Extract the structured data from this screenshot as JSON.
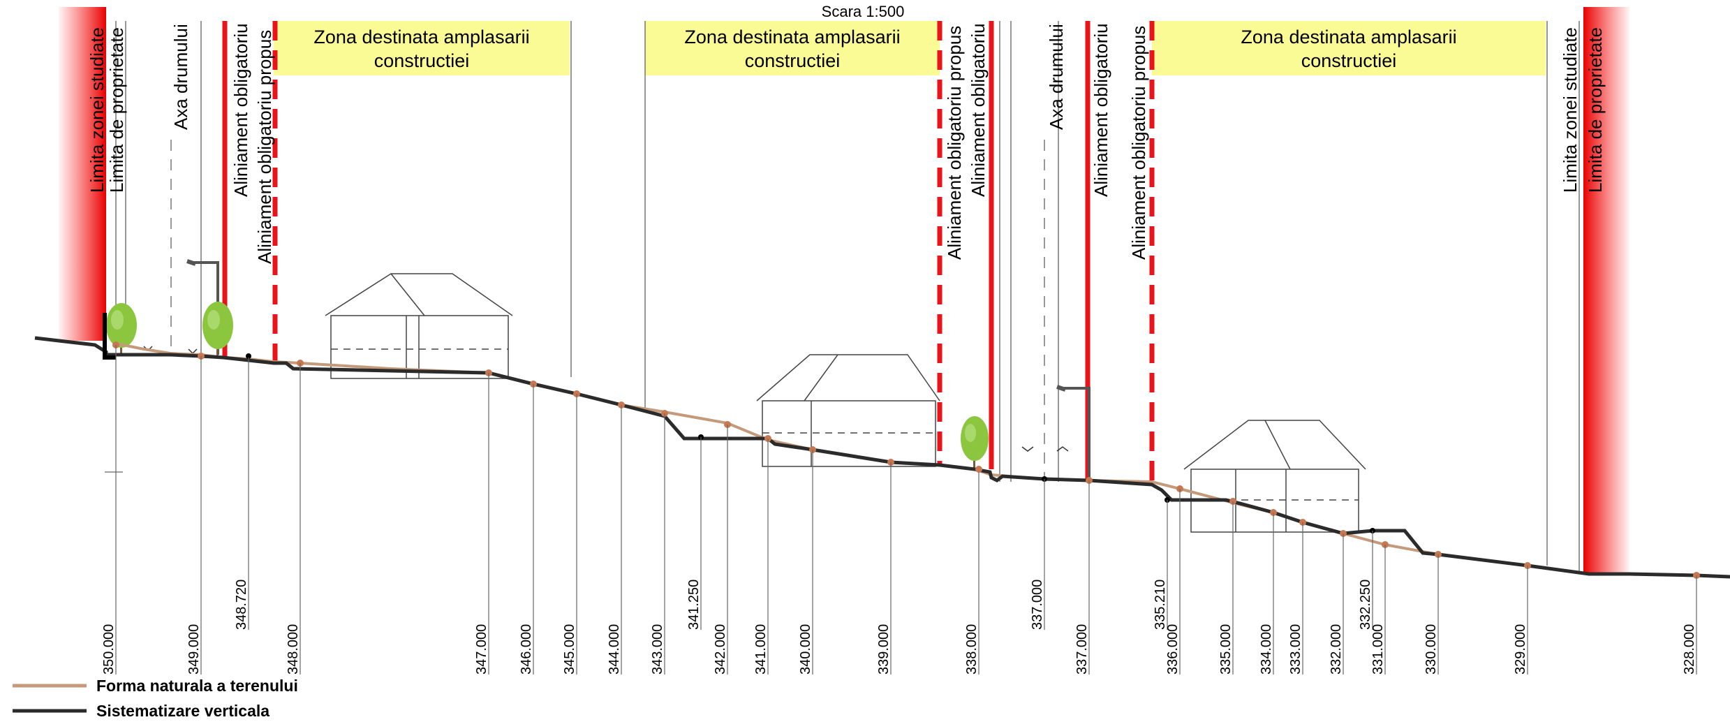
{
  "scale": "Scara 1:500",
  "zones": [
    {
      "line1": "Zona destinata amplasarii",
      "line2": "constructiei"
    },
    {
      "line1": "Zona destinata amplasarii",
      "line2": "constructiei"
    },
    {
      "line1": "Zona destinata amplasarii",
      "line2": "constructiei"
    }
  ],
  "labels": {
    "limita_zonei": "Limita zonei studiate",
    "limita_proprietate": "Limita de proprietate",
    "axa_drumului": "Axa drumului",
    "aliniament": "Aliniament obligatoriu",
    "aliniament_propus": "Aliniament obligatoriu propus"
  },
  "elevations": [
    "350.000",
    "349.000",
    "348.720",
    "348.000",
    "347.000",
    "346.000",
    "345.000",
    "344.000",
    "343.000",
    "341.250",
    "342.000",
    "341.000",
    "340.000",
    "339.000",
    "338.000",
    "337.000",
    "337.000",
    "335.210",
    "336.000",
    "335.000",
    "334.000",
    "333.000",
    "332.000",
    "332.250",
    "331.000",
    "330.000",
    "329.000",
    "328.000"
  ],
  "legend": {
    "natural": "Forma naturala a terenului",
    "vertical": "Sistematizare verticala"
  },
  "colors": {
    "natural": "#c49a7a",
    "vertical": "#2b2b2b",
    "alignment": "#e8141a",
    "zone_fill": "#fbfb96",
    "tree": "#8cc63f"
  }
}
